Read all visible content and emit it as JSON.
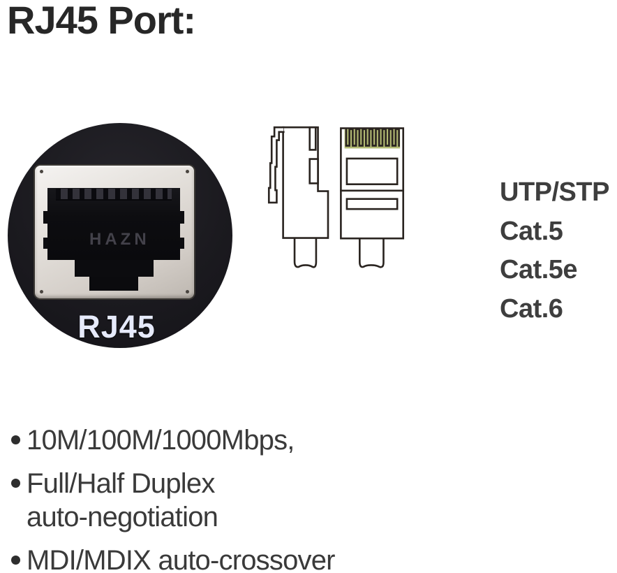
{
  "title": "RJ45 Port:",
  "photo": {
    "caption": "RJ45",
    "jack_marking": "HAZN"
  },
  "labels": {
    "lines": [
      "UTP/STP",
      "Cat.5",
      "Cat.5e",
      "Cat.6"
    ]
  },
  "features": [
    {
      "lines": [
        "10M/100M/1000Mbps,"
      ]
    },
    {
      "lines": [
        "Full/Half Duplex",
        "auto-negotiation"
      ]
    },
    {
      "lines": [
        "MDI/MDIX auto-crossover"
      ]
    }
  ],
  "icons": {
    "plug_side": "rj45-plug-side-view-icon",
    "plug_front": "rj45-plug-front-view-icon",
    "port_photo": "rj45-female-port-photo"
  },
  "colors": {
    "pin_contacts": "#b1b973",
    "line_art": "#2a2420",
    "title_text": "#272727",
    "body_text": "#3a3a3a",
    "label_text": "#3e3e3e",
    "port_label": "#e6eafb",
    "panel_black": "#1b1a1f",
    "bezel_silver": "#d9d4ce"
  }
}
